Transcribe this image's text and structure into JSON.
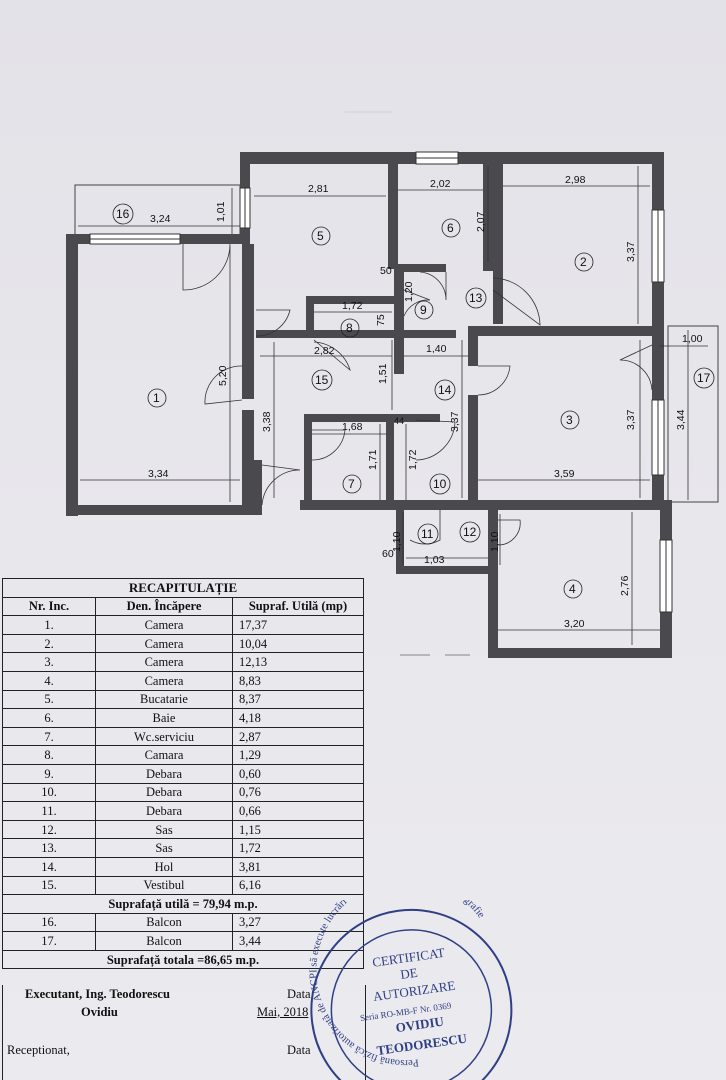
{
  "plan": {
    "dims": {
      "d281": "2,81",
      "d202": "2,02",
      "d298": "2,98",
      "d324": "3,24",
      "d101": "1,01",
      "d207": "2,07",
      "d337a": "3,37",
      "d50": "50",
      "d120": "1,20",
      "d172": "1,72",
      "d75": "75",
      "d282": "2,82",
      "d140": "1,40",
      "d100": "1,00",
      "d520": "5,20",
      "d151": "1,51",
      "d337b": "3,37",
      "d344": "3,44",
      "d338": "3,38",
      "d168": "1,68",
      "d44": "44",
      "d337c": "3,37",
      "d171": "1,71",
      "d172b": "1,72",
      "d334": "3,34",
      "d359": "3,59",
      "d110a": "1,10",
      "d110b": "1,10",
      "d60": "60",
      "d103": "1,03",
      "d276": "2,76",
      "d320": "3,20"
    },
    "rooms": [
      "1",
      "2",
      "3",
      "4",
      "5",
      "6",
      "7",
      "8",
      "9",
      "10",
      "11",
      "12",
      "13",
      "14",
      "15",
      "16",
      "17"
    ]
  },
  "recap": {
    "title": "RECAPITULAȚIE",
    "headers": [
      "Nr. Inc.",
      "Den. Încăpere",
      "Supraf. Utilă (mp)"
    ],
    "rows": [
      [
        "1.",
        "Camera",
        "17,37"
      ],
      [
        "2.",
        "Camera",
        "10,04"
      ],
      [
        "3.",
        "Camera",
        "12,13"
      ],
      [
        "4.",
        "Camera",
        "8,83"
      ],
      [
        "5.",
        "Bucatarie",
        "8,37"
      ],
      [
        "6.",
        "Baie",
        "4,18"
      ],
      [
        "7.",
        "Wc.serviciu",
        "2,87"
      ],
      [
        "8.",
        "Camara",
        "1,29"
      ],
      [
        "9.",
        "Debara",
        "0,60"
      ],
      [
        "10.",
        "Debara",
        "0,76"
      ],
      [
        "11.",
        "Debara",
        "0,66"
      ],
      [
        "12.",
        "Sas",
        "1,15"
      ],
      [
        "13.",
        "Sas",
        "1,72"
      ],
      [
        "14.",
        "Hol",
        "3,81"
      ],
      [
        "15.",
        "Vestibul",
        "6,16"
      ]
    ],
    "util_total": "Suprafață utilă = 79,94 m.p.",
    "balcony_rows": [
      [
        "16.",
        "Balcon",
        "3,27"
      ],
      [
        "17.",
        "Balcon",
        "3,44"
      ]
    ],
    "grand_total": "Suprafață totala =86,65 m.p.",
    "executant": "Executant, Ing. Teodorescu",
    "executant_name": "Ovidiu",
    "data_label": "Data",
    "data_value": "Mai, 2018",
    "receptionat": "Receptionat,",
    "data_label2": "Data"
  },
  "stamp": {
    "ring_text": "Persoană fizică autorizată de ANCPI să execute lucrări de cadastru, geodezie și cartografie",
    "line1": "CERTIFICAT",
    "line2": "DE",
    "line3": "AUTORIZARE",
    "line4": "Seria RO-MB-F Nr. 0369",
    "line5": "OVIDIU",
    "line6": "TEODORESCU"
  }
}
